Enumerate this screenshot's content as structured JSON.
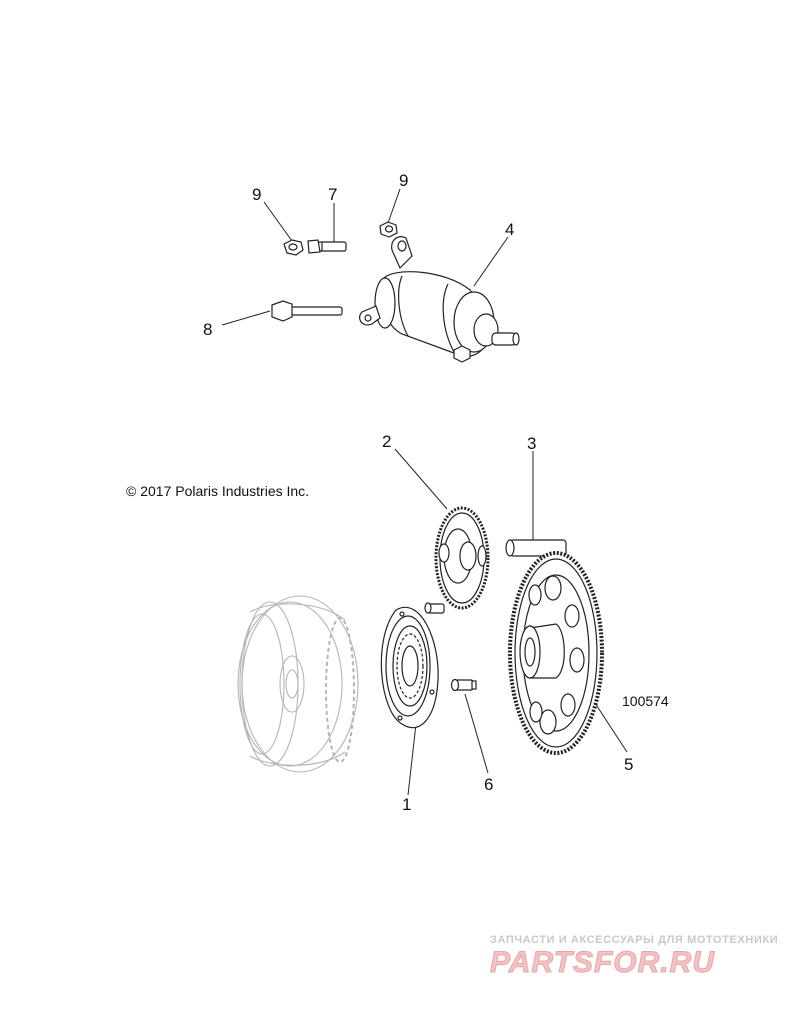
{
  "callouts": [
    {
      "id": "1",
      "label": "1"
    },
    {
      "id": "2",
      "label": "2"
    },
    {
      "id": "3",
      "label": "3"
    },
    {
      "id": "4",
      "label": "4"
    },
    {
      "id": "5",
      "label": "5"
    },
    {
      "id": "6",
      "label": "6"
    },
    {
      "id": "7",
      "label": "7"
    },
    {
      "id": "8",
      "label": "8"
    },
    {
      "id": "9a",
      "label": "9"
    },
    {
      "id": "9b",
      "label": "9"
    }
  ],
  "copyright": "© 2017 Polaris Industries Inc.",
  "drawing_id": "100574",
  "watermark": {
    "tagline": "ЗАПЧАСТИ И АКСЕССУАРЫ ДЛЯ МОТОТЕХНИКИ",
    "logo_text": "PARTSFOR.RU"
  },
  "colors": {
    "line": "#222222",
    "ghost_line": "#b5b5b5",
    "watermark_red": "#e8a7a7",
    "watermark_gray": "#c9c9c9"
  }
}
